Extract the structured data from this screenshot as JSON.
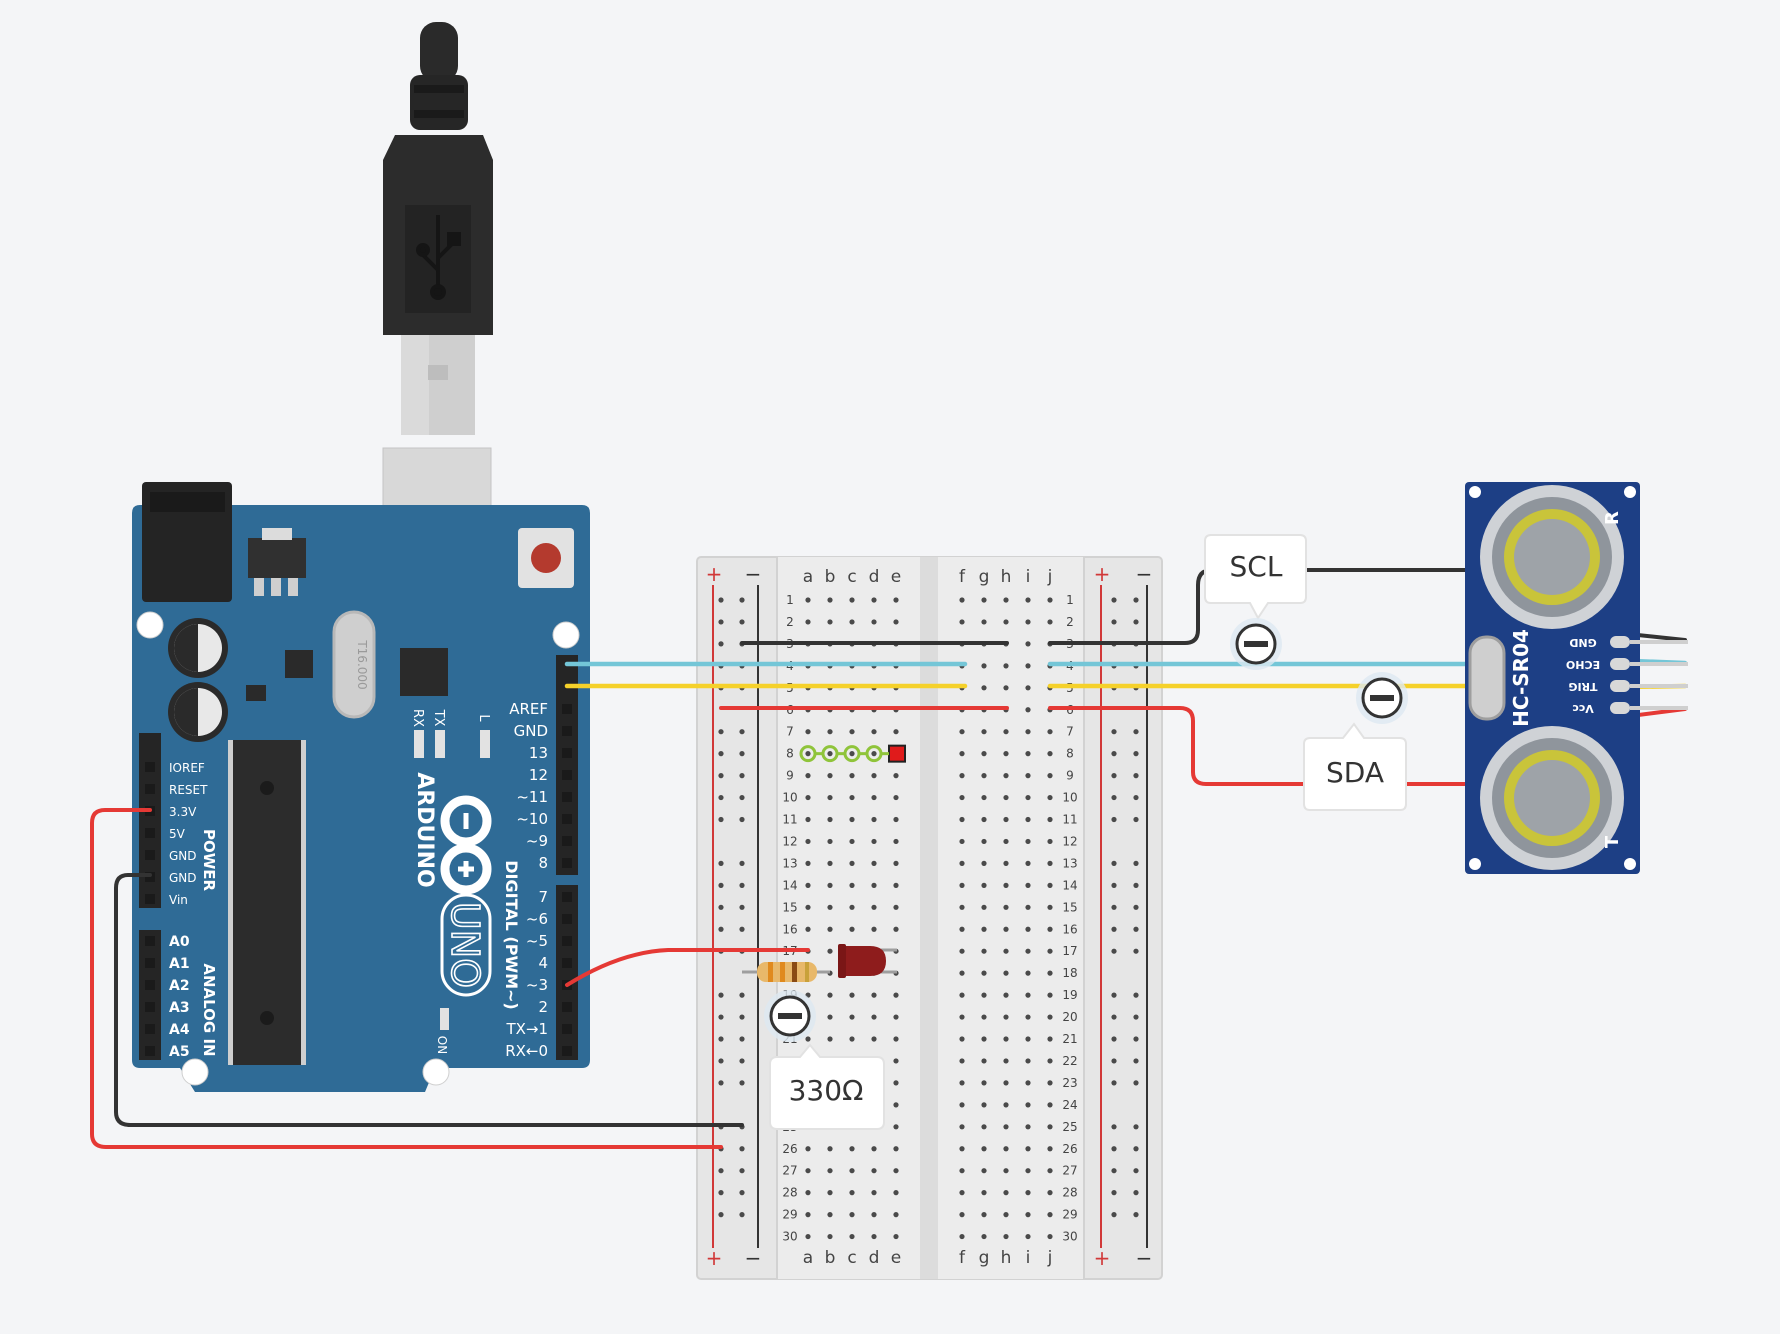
{
  "arduino": {
    "brand": "ARDUINO",
    "model": "UNO",
    "crystal": "T16.000",
    "led_labels": [
      "RX",
      "TX",
      "L"
    ],
    "on_label": "ON",
    "power_header_label": "POWER",
    "analog_header_label": "ANALOG IN",
    "digital_header_label": "DIGITAL (PWM~)",
    "power_pins": [
      "IOREF",
      "RESET",
      "3.3V",
      "5V",
      "GND",
      "GND",
      "Vin"
    ],
    "analog_pins": [
      "A0",
      "A1",
      "A2",
      "A3",
      "A4",
      "A5"
    ],
    "digital_upper_pins": [
      "AREF",
      "GND",
      "13",
      "12",
      "~11",
      "~10",
      "~9",
      "8"
    ],
    "digital_lower_pins": [
      "7",
      "~6",
      "~5",
      "4",
      "~3",
      "2",
      "TX→1",
      "RX←0"
    ]
  },
  "breadboard": {
    "columns_left": [
      "a",
      "b",
      "c",
      "d",
      "e"
    ],
    "columns_right": [
      "f",
      "g",
      "h",
      "i",
      "j"
    ],
    "rows": [
      "1",
      "2",
      "3",
      "4",
      "5",
      "6",
      "7",
      "8",
      "9",
      "10",
      "11",
      "12",
      "13",
      "14",
      "15",
      "16",
      "17",
      "18",
      "19",
      "20",
      "21",
      "22",
      "23",
      "24",
      "25",
      "26",
      "27",
      "28",
      "29",
      "30"
    ],
    "rail_plus": "+",
    "rail_minus": "−"
  },
  "sensor": {
    "model": "HC-SR04",
    "pins": [
      "GND",
      "ECHO",
      "TRIG",
      "Vcc"
    ],
    "side_marks": [
      "R",
      "T"
    ]
  },
  "labels": {
    "scl": "SCL",
    "sda": "SDA",
    "resistor": "330Ω"
  },
  "colors": {
    "board_blue": "#2f6b96",
    "wire_red": "#e53935",
    "wire_black": "#333333",
    "wire_cyan": "#74c6d7",
    "wire_yellow": "#f5d12a",
    "sensor_blue": "#1d3f85"
  }
}
